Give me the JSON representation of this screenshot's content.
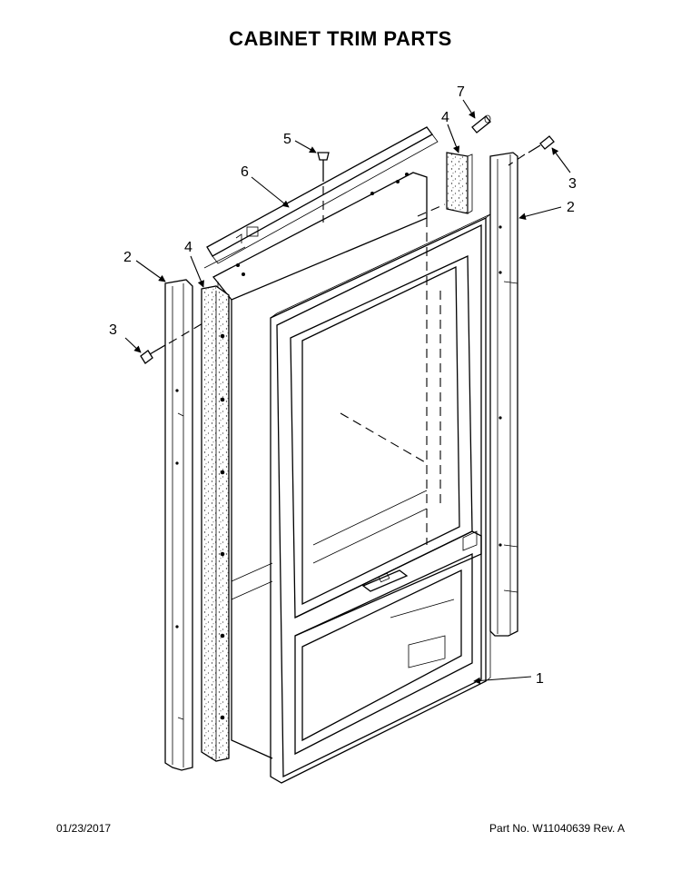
{
  "title": "CABINET TRIM PARTS",
  "footer": {
    "date": "01/23/2017",
    "part_info": "Part No.  W11040639  Rev.  A"
  },
  "callouts": {
    "c1": "1",
    "c2_left": "2",
    "c2_right": "2",
    "c3_left": "3",
    "c3_right": "3",
    "c4_left": "4",
    "c4_right": "4",
    "c5": "5",
    "c6": "6",
    "c7": "7"
  }
}
